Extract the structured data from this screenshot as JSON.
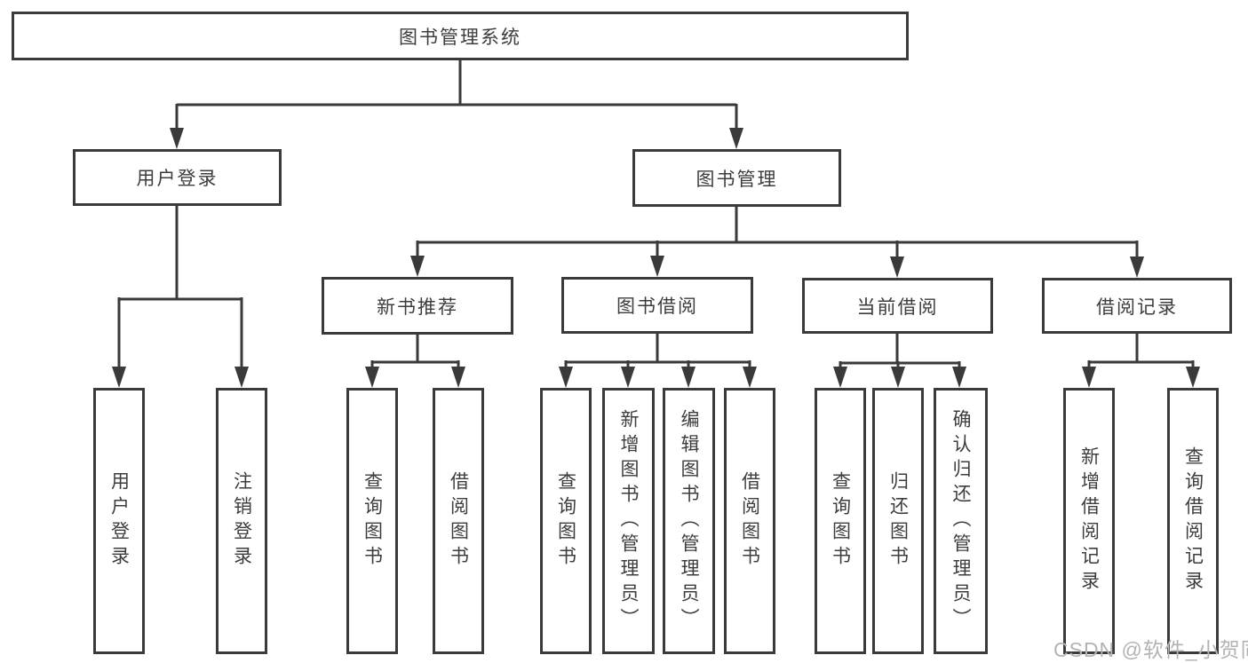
{
  "tree": {
    "root": "图书管理系统",
    "branches": [
      {
        "label": "用户登录",
        "leaves": [
          "用户登录",
          "注销登录"
        ]
      },
      {
        "label": "图书管理",
        "groups": [
          {
            "label": "新书推荐",
            "leaves": [
              "查询图书",
              "借阅图书"
            ]
          },
          {
            "label": "图书借阅",
            "leaves": [
              "查询图书",
              "新增图书（管理员）",
              "编辑图书（管理员）",
              "借阅图书"
            ]
          },
          {
            "label": "当前借阅",
            "leaves": [
              "查询图书",
              "归还图书",
              "确认归还（管理员）"
            ]
          },
          {
            "label": "借阅记录",
            "leaves": [
              "新增借阅记录",
              "查询借阅记录"
            ]
          }
        ]
      }
    ]
  },
  "watermark": {
    "text": "CSDN @软件_小贺同学"
  },
  "colors": {
    "line": "#3a3a3a",
    "box_border": "#3a3a3a",
    "text": "#3d3d3d",
    "watermark": "#b3b3b3",
    "background": "#ffffff"
  }
}
